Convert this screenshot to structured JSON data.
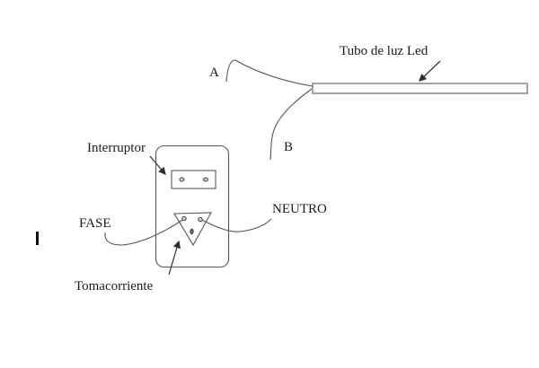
{
  "diagram": {
    "labels": {
      "tube": "Tubo de luz Led",
      "wire_a": "A",
      "wire_b": "B",
      "switch": "Interruptor",
      "phase": "FASE",
      "neutral": "NEUTRO",
      "outlet": "Tomacorriente"
    },
    "icons": {
      "text_cursor": "vertical-i-beam-bar",
      "arrows": "solid-black-arrowheads"
    },
    "colors": {
      "background": "#ffffff",
      "line": "#565656",
      "text": "#1b1b1b",
      "tube-border": "#7d7d7d"
    }
  }
}
